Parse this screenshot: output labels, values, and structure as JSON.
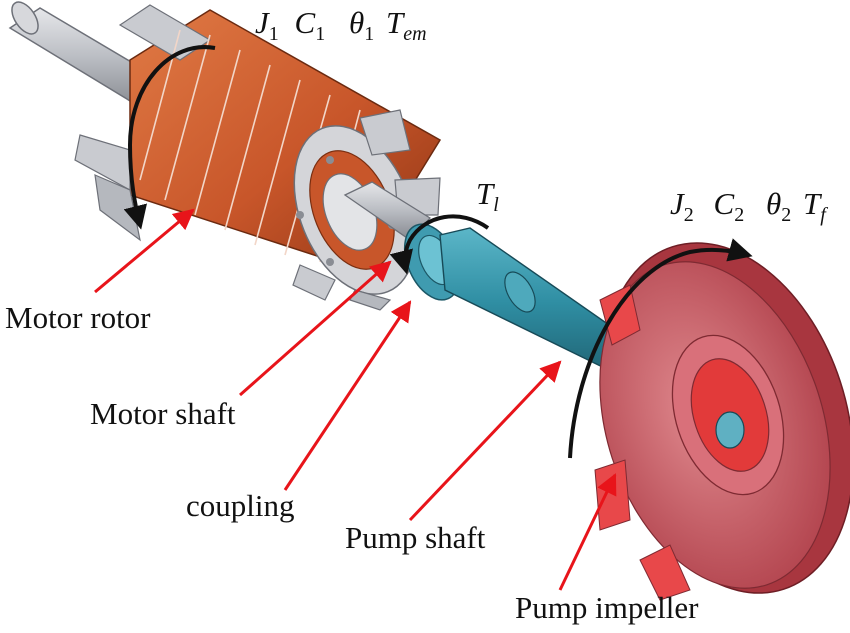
{
  "labels": {
    "motor_rotor": "Motor rotor",
    "motor_shaft": "Motor shaft",
    "coupling": "coupling",
    "pump_shaft": "Pump shaft",
    "pump_impeller": "Pump impeller"
  },
  "rotor_params": {
    "J": "J",
    "J_sub": "1",
    "C": "C",
    "C_sub": "1",
    "theta": "θ",
    "theta_sub": "1",
    "T": "T",
    "T_sub": "em"
  },
  "coupling_torque": {
    "T": "T",
    "T_sub": "l"
  },
  "impeller_params": {
    "J": "J",
    "J_sub": "2",
    "C": "C",
    "C_sub": "2",
    "theta": "θ",
    "theta_sub": "2",
    "T": "T",
    "T_sub": "f"
  },
  "colors": {
    "copper": "#c8562a",
    "copper_dark": "#8e3414",
    "shaft_grey": "#b9bcc2",
    "pump_shaft": "#2f8ea3",
    "impeller": "#c0505a",
    "impeller_inner": "#e23a3a",
    "pointer": "#e8141a"
  }
}
